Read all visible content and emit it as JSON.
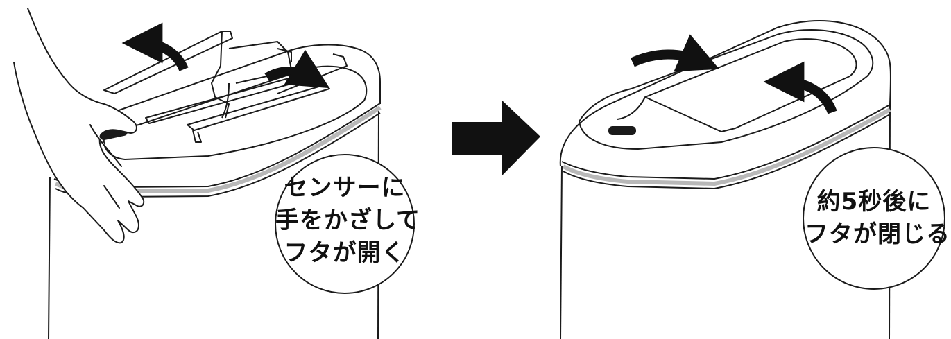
{
  "steps": [
    {
      "id": "open",
      "callout_lines": [
        "センサーに",
        "手をかざして",
        "フタが開く"
      ],
      "sensor_state": "hand-over-sensor",
      "lid_state": "open"
    },
    {
      "id": "close",
      "callout_lines": [
        "約5秒後に",
        "フタが閉じる"
      ],
      "lid_state": "closed"
    }
  ],
  "colors": {
    "ink": "#1a1a1a",
    "background": "#ffffff",
    "rim_band": "#b8b8b8",
    "step_arrow": "#111111"
  },
  "icons": {
    "step_arrow": "right-arrow-icon",
    "motion_arrows": "curved-arrow-icon"
  }
}
